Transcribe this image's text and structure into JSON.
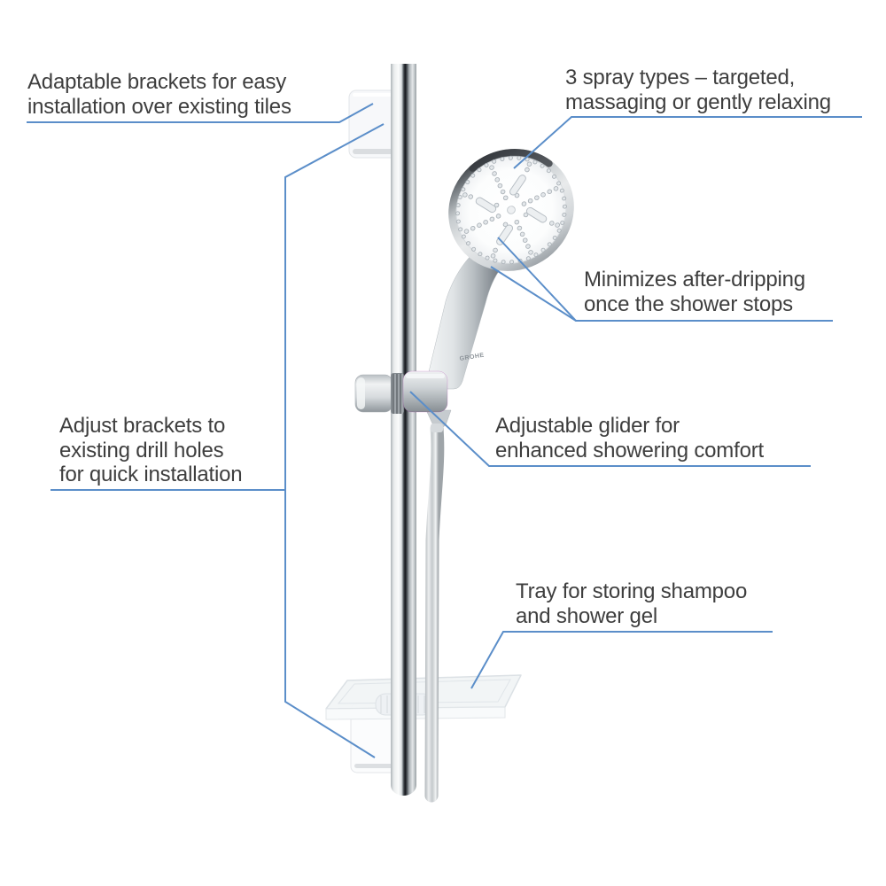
{
  "canvas": {
    "background": "#ffffff"
  },
  "colors": {
    "text": "#3e3e3e",
    "callout_line": "#5b8ec9"
  },
  "brand": {
    "logo_text": "GROHE"
  },
  "callouts": {
    "adaptable_brackets": {
      "lines": [
        "Adaptable brackets for easy",
        "installation over existing tiles"
      ]
    },
    "spray_types": {
      "lines": [
        "3 spray types – targeted,",
        "massaging or gently relaxing"
      ]
    },
    "after_dripping": {
      "lines": [
        "Minimizes after-dripping",
        "once the shower stops"
      ]
    },
    "adjust_brackets": {
      "lines": [
        "Adjust brackets to",
        "existing drill holes",
        "for quick installation"
      ]
    },
    "adjustable_glider": {
      "lines": [
        "Adjustable glider for",
        "enhanced showering comfort"
      ]
    },
    "storage_tray": {
      "lines": [
        "Tray for storing shampoo",
        "and shower gel"
      ]
    }
  }
}
